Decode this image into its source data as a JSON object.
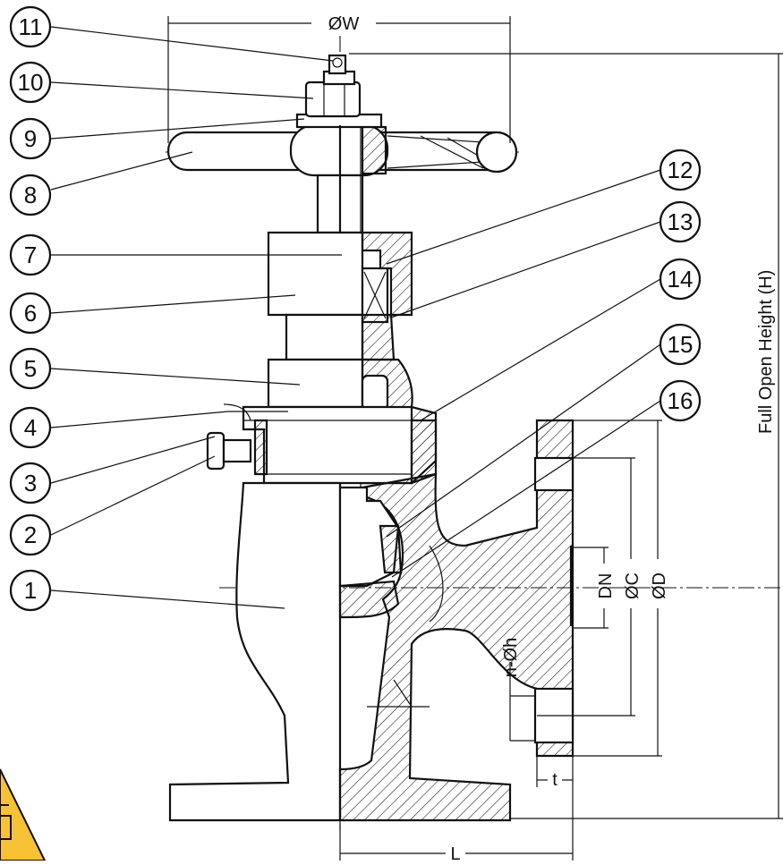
{
  "callouts": [
    {
      "number": "1"
    },
    {
      "number": "2"
    },
    {
      "number": "3"
    },
    {
      "number": "4"
    },
    {
      "number": "5"
    },
    {
      "number": "6"
    },
    {
      "number": "7"
    },
    {
      "number": "8"
    },
    {
      "number": "9"
    },
    {
      "number": "10"
    },
    {
      "number": "11"
    },
    {
      "number": "12"
    },
    {
      "number": "13"
    },
    {
      "number": "14"
    },
    {
      "number": "15"
    },
    {
      "number": "16"
    }
  ],
  "dimensions": {
    "handwheel_diameter": "ØW",
    "height": "Full Open Height (H)",
    "nominal_diameter": "DN",
    "bolt_circle": "ØC",
    "flange_diameter": "ØD",
    "bolt_holes": "n-Øh",
    "flange_thickness": "t",
    "length": "L"
  },
  "colors": {
    "line": "#111111",
    "warning": "#f7c234"
  }
}
